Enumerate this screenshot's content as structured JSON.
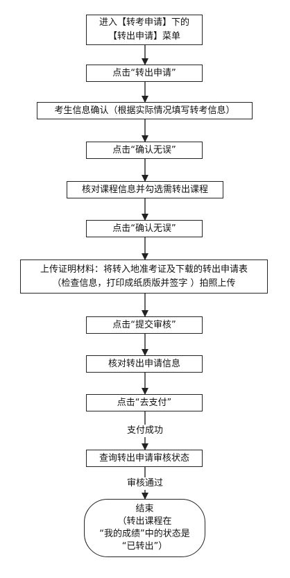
{
  "flowchart": {
    "nodes": [
      {
        "id": "step-1",
        "text": "进入【转考申请】下的\n【转出申请】菜单"
      },
      {
        "id": "step-2",
        "text": "点击“转出申请”"
      },
      {
        "id": "step-3",
        "text": "考生信息确认（根据实际情况填写转考信息）"
      },
      {
        "id": "step-4",
        "text": "点击“确认无误”"
      },
      {
        "id": "step-5",
        "text": "核对课程信息并勾选需转出课程"
      },
      {
        "id": "step-6",
        "text": "点击“确认无误”"
      },
      {
        "id": "step-7",
        "text": "上传证明材料：将转入地准考证及下载的转出申请表\n（检查信息，打印成纸质版并签字 ）拍照上传"
      },
      {
        "id": "step-8",
        "text": "点击“提交审核”"
      },
      {
        "id": "step-9",
        "text": "核对转出申请信息"
      },
      {
        "id": "step-10",
        "text": "点击“去支付”"
      },
      {
        "id": "step-11",
        "text": "查询转出申请审核状态"
      },
      {
        "id": "end",
        "text": "结束\n（转出课程在\n“我的成绩”中的状态是\n“已转出”）"
      }
    ],
    "edge_labels": {
      "pay_success": "支付成功",
      "review_passed": "审核通过"
    }
  }
}
